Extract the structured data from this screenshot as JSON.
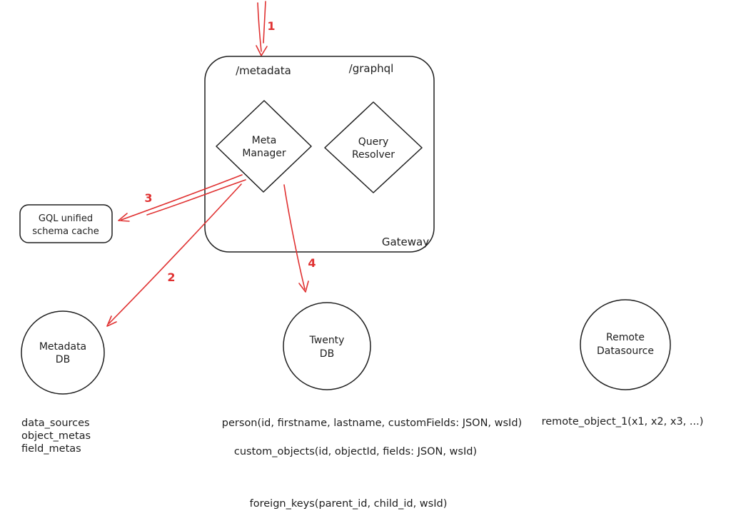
{
  "colors": {
    "ink": "#1e1e1e",
    "arrow_red": "#e03131",
    "background": "#ffffff"
  },
  "gateway": {
    "label": "Gateway",
    "route_metadata": "/metadata",
    "route_graphql": "/graphql",
    "meta_manager": {
      "line1": "Meta",
      "line2": "Manager"
    },
    "query_resolver": {
      "line1": "Query",
      "line2": "Resolver"
    }
  },
  "cache": {
    "line1": "GQL unified",
    "line2": "schema cache"
  },
  "databases": {
    "metadata_db": {
      "line1": "Metadata",
      "line2": "DB"
    },
    "twenty_db": {
      "line1": "Twenty",
      "line2": "DB"
    },
    "remote_datasource": {
      "line1": "Remote",
      "line2": "Datasource"
    }
  },
  "steps": {
    "step1": "1",
    "step2": "2",
    "step3": "3",
    "step4": "4"
  },
  "schemas": {
    "metadata_db_tables": {
      "line1": "data_sources",
      "line2": "object_metas",
      "line3": "field_metas"
    },
    "person_table": "person(id, firstname, lastname, customFields: JSON, wsId)",
    "custom_objects_table": "custom_objects(id, objectId, fields: JSON, wsId)",
    "remote_object_table": "remote_object_1(x1, x2, x3, ...)",
    "foreign_keys_table": "foreign_keys(parent_id, child_id, wsId)"
  }
}
